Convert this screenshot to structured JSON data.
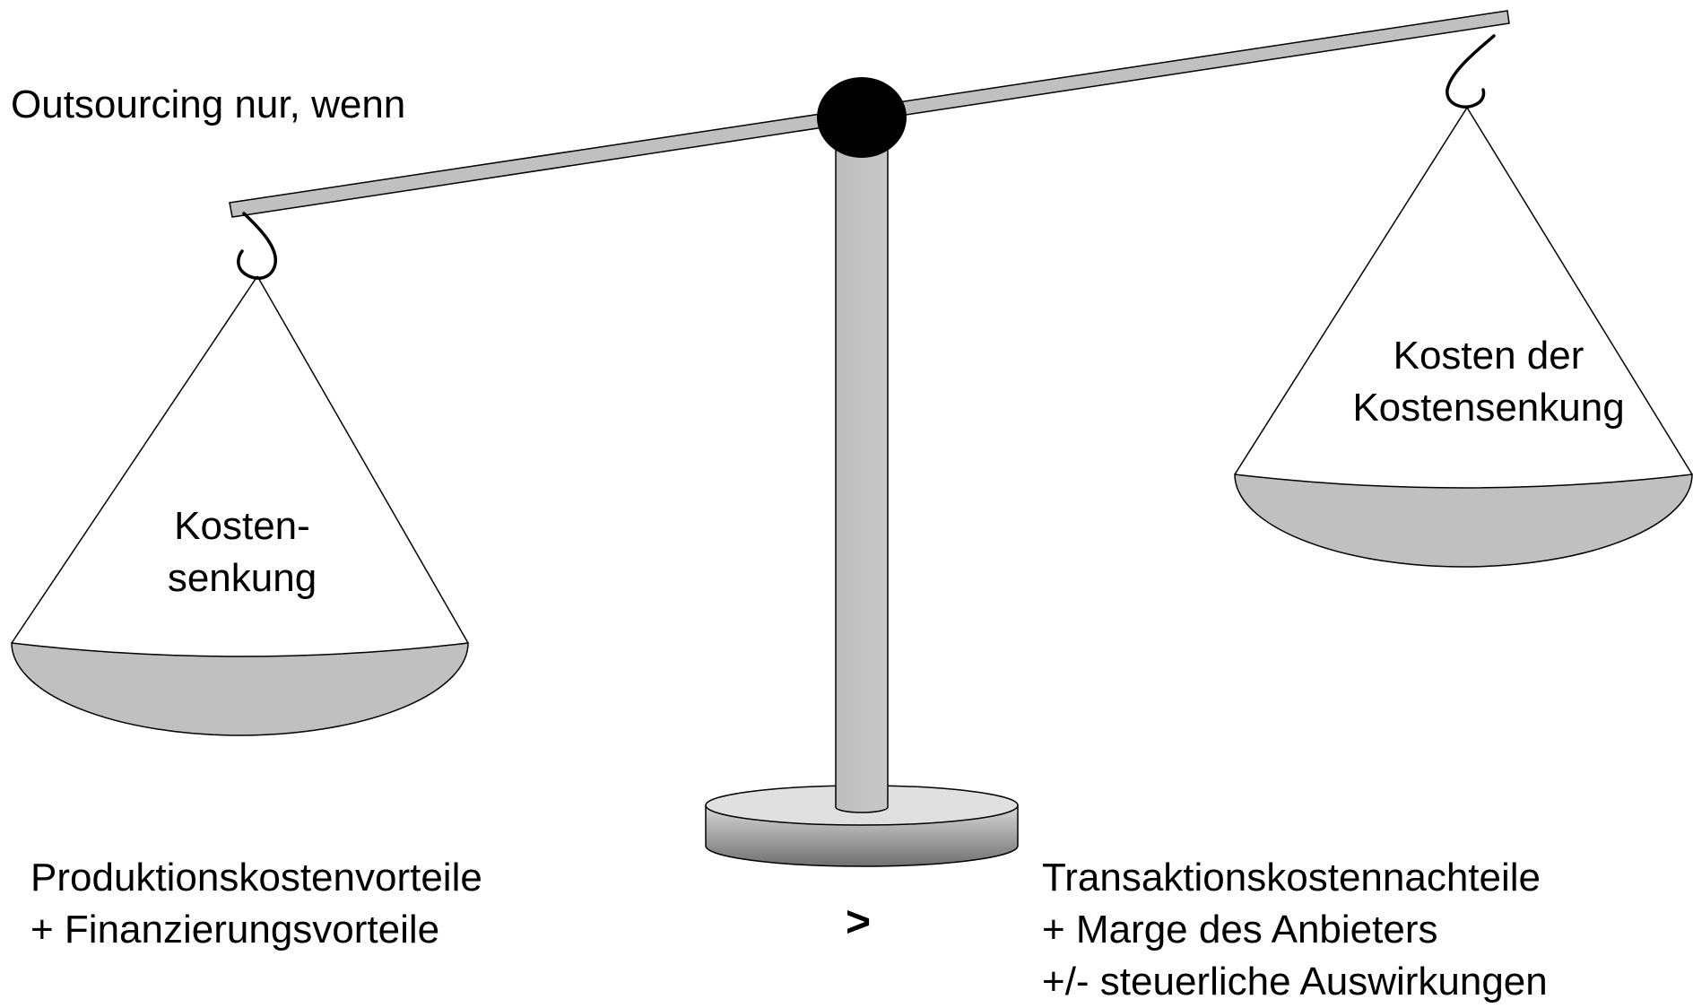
{
  "heading": "Outsourcing nur, wenn",
  "left_pan": {
    "label_lines": [
      "Kosten-",
      "senkung"
    ]
  },
  "right_pan": {
    "label_lines": [
      "Kosten der",
      "Kostensenkung"
    ]
  },
  "left_caption": {
    "lines": [
      "Produktionskostenvorteile",
      "+ Finanzierungsvorteile"
    ]
  },
  "comparison_symbol": ">",
  "right_caption": {
    "lines": [
      "Transaktionskostennachteile",
      "+ Marge des Anbieters",
      "+/- steuerliche Auswirkungen"
    ]
  },
  "colors": {
    "pan_fill": "#c0c0c0",
    "beam_fill": "#c0c0c0",
    "pivot_fill": "#000000",
    "base_top": "#e0e0e0",
    "base_side_light": "#d8d8d8",
    "base_side_dark": "#707070"
  }
}
